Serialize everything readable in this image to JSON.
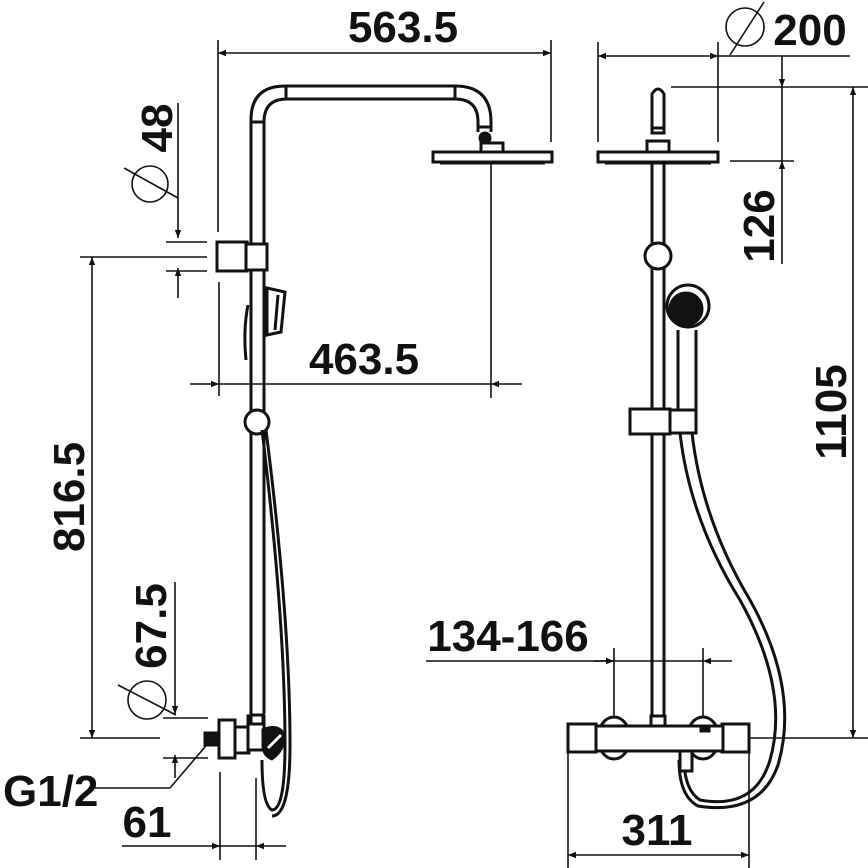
{
  "drawing": {
    "type": "technical-dimension-drawing",
    "subject": "shower column with thermostatic mixer",
    "views": [
      "side-view",
      "front-view"
    ],
    "line_color": "#111111",
    "background": "#ffffff"
  },
  "dimensions": {
    "overall_arm_reach": "563.5",
    "head_offset": "463.5",
    "head_diameter_symbol": "⌀",
    "head_diameter": "200",
    "rail_diameter_symbol": "⌀",
    "rail_diameter": "48",
    "rail_height": "816.5",
    "head_height": "126",
    "total_height": "1105",
    "escutcheon_diameter_symbol": "⌀",
    "escutcheon_diameter": "67.5",
    "connection_thread": "G1/2",
    "wall_offset": "61",
    "inlet_centers": "134-166",
    "mixer_width": "311"
  }
}
